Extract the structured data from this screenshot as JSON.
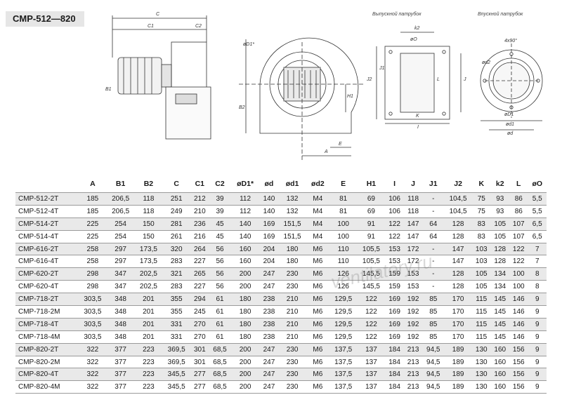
{
  "title": "CMP-512—820",
  "captions": {
    "outlet": "Выпускной патрубок",
    "inlet": "Впускной патрубок"
  },
  "dim_labels": {
    "c": "C",
    "c1": "C1",
    "c2": "C2",
    "b1": "B1",
    "b2": "B2",
    "d1s": "øD1*",
    "h1": "H1",
    "a": "A",
    "e": "E",
    "k2": "k2",
    "o": "øO",
    "j": "J",
    "j1": "J1",
    "j2": "J2",
    "l": "L",
    "k": "K",
    "i": "I",
    "angle": "4x90°",
    "d2": "ød2",
    "d1": "øD1",
    "dd1": "ød1",
    "dd": "ød"
  },
  "watermark": "ventilatory.ru",
  "headers": [
    "",
    "A",
    "B1",
    "B2",
    "C",
    "C1",
    "C2",
    "øD1*",
    "ød",
    "ød1",
    "ød2",
    "E",
    "H1",
    "I",
    "J",
    "J1",
    "J2",
    "K",
    "k2",
    "L",
    "øO"
  ],
  "rows": [
    [
      "CMP-512-2T",
      "185",
      "206,5",
      "118",
      "251",
      "212",
      "39",
      "112",
      "140",
      "132",
      "M4",
      "81",
      "69",
      "106",
      "118",
      "-",
      "104,5",
      "75",
      "93",
      "86",
      "5,5"
    ],
    [
      "CMP-512-4T",
      "185",
      "206,5",
      "118",
      "249",
      "210",
      "39",
      "112",
      "140",
      "132",
      "M4",
      "81",
      "69",
      "106",
      "118",
      "-",
      "104,5",
      "75",
      "93",
      "86",
      "5,5"
    ],
    [
      "CMP-514-2T",
      "225",
      "254",
      "150",
      "281",
      "236",
      "45",
      "140",
      "169",
      "151,5",
      "M4",
      "100",
      "91",
      "122",
      "147",
      "64",
      "128",
      "83",
      "105",
      "107",
      "6,5"
    ],
    [
      "CMP-514-4T",
      "225",
      "254",
      "150",
      "261",
      "216",
      "45",
      "140",
      "169",
      "151,5",
      "M4",
      "100",
      "91",
      "122",
      "147",
      "64",
      "128",
      "83",
      "105",
      "107",
      "6,5"
    ],
    [
      "CMP-616-2T",
      "258",
      "297",
      "173,5",
      "320",
      "264",
      "56",
      "160",
      "204",
      "180",
      "M6",
      "110",
      "105,5",
      "153",
      "172",
      "-",
      "147",
      "103",
      "128",
      "122",
      "7"
    ],
    [
      "CMP-616-4T",
      "258",
      "297",
      "173,5",
      "283",
      "227",
      "56",
      "160",
      "204",
      "180",
      "M6",
      "110",
      "105,5",
      "153",
      "172",
      "-",
      "147",
      "103",
      "128",
      "122",
      "7"
    ],
    [
      "CMP-620-2T",
      "298",
      "347",
      "202,5",
      "321",
      "265",
      "56",
      "200",
      "247",
      "230",
      "M6",
      "126",
      "145,5",
      "159",
      "153",
      "-",
      "128",
      "105",
      "134",
      "100",
      "8"
    ],
    [
      "CMP-620-4T",
      "298",
      "347",
      "202,5",
      "283",
      "227",
      "56",
      "200",
      "247",
      "230",
      "M6",
      "126",
      "145,5",
      "159",
      "153",
      "-",
      "128",
      "105",
      "134",
      "100",
      "8"
    ],
    [
      "CMP-718-2T",
      "303,5",
      "348",
      "201",
      "355",
      "294",
      "61",
      "180",
      "238",
      "210",
      "M6",
      "129,5",
      "122",
      "169",
      "192",
      "85",
      "170",
      "115",
      "145",
      "146",
      "9"
    ],
    [
      "CMP-718-2M",
      "303,5",
      "348",
      "201",
      "355",
      "245",
      "61",
      "180",
      "238",
      "210",
      "M6",
      "129,5",
      "122",
      "169",
      "192",
      "85",
      "170",
      "115",
      "145",
      "146",
      "9"
    ],
    [
      "CMP-718-4T",
      "303,5",
      "348",
      "201",
      "331",
      "270",
      "61",
      "180",
      "238",
      "210",
      "M6",
      "129,5",
      "122",
      "169",
      "192",
      "85",
      "170",
      "115",
      "145",
      "146",
      "9"
    ],
    [
      "CMP-718-4M",
      "303,5",
      "348",
      "201",
      "331",
      "270",
      "61",
      "180",
      "238",
      "210",
      "M6",
      "129,5",
      "122",
      "169",
      "192",
      "85",
      "170",
      "115",
      "145",
      "146",
      "9"
    ],
    [
      "CMP-820-2T",
      "322",
      "377",
      "223",
      "369,5",
      "301",
      "68,5",
      "200",
      "247",
      "230",
      "M6",
      "137,5",
      "137",
      "184",
      "213",
      "94,5",
      "189",
      "130",
      "160",
      "156",
      "9"
    ],
    [
      "CMP-820-2M",
      "322",
      "377",
      "223",
      "369,5",
      "301",
      "68,5",
      "200",
      "247",
      "230",
      "M6",
      "137,5",
      "137",
      "184",
      "213",
      "94,5",
      "189",
      "130",
      "160",
      "156",
      "9"
    ],
    [
      "CMP-820-4T",
      "322",
      "377",
      "223",
      "345,5",
      "277",
      "68,5",
      "200",
      "247",
      "230",
      "M6",
      "137,5",
      "137",
      "184",
      "213",
      "94,5",
      "189",
      "130",
      "160",
      "156",
      "9"
    ],
    [
      "CMP-820-4M",
      "322",
      "377",
      "223",
      "345,5",
      "277",
      "68,5",
      "200",
      "247",
      "230",
      "M6",
      "137,5",
      "137",
      "184",
      "213",
      "94,5",
      "189",
      "130",
      "160",
      "156",
      "9"
    ]
  ]
}
